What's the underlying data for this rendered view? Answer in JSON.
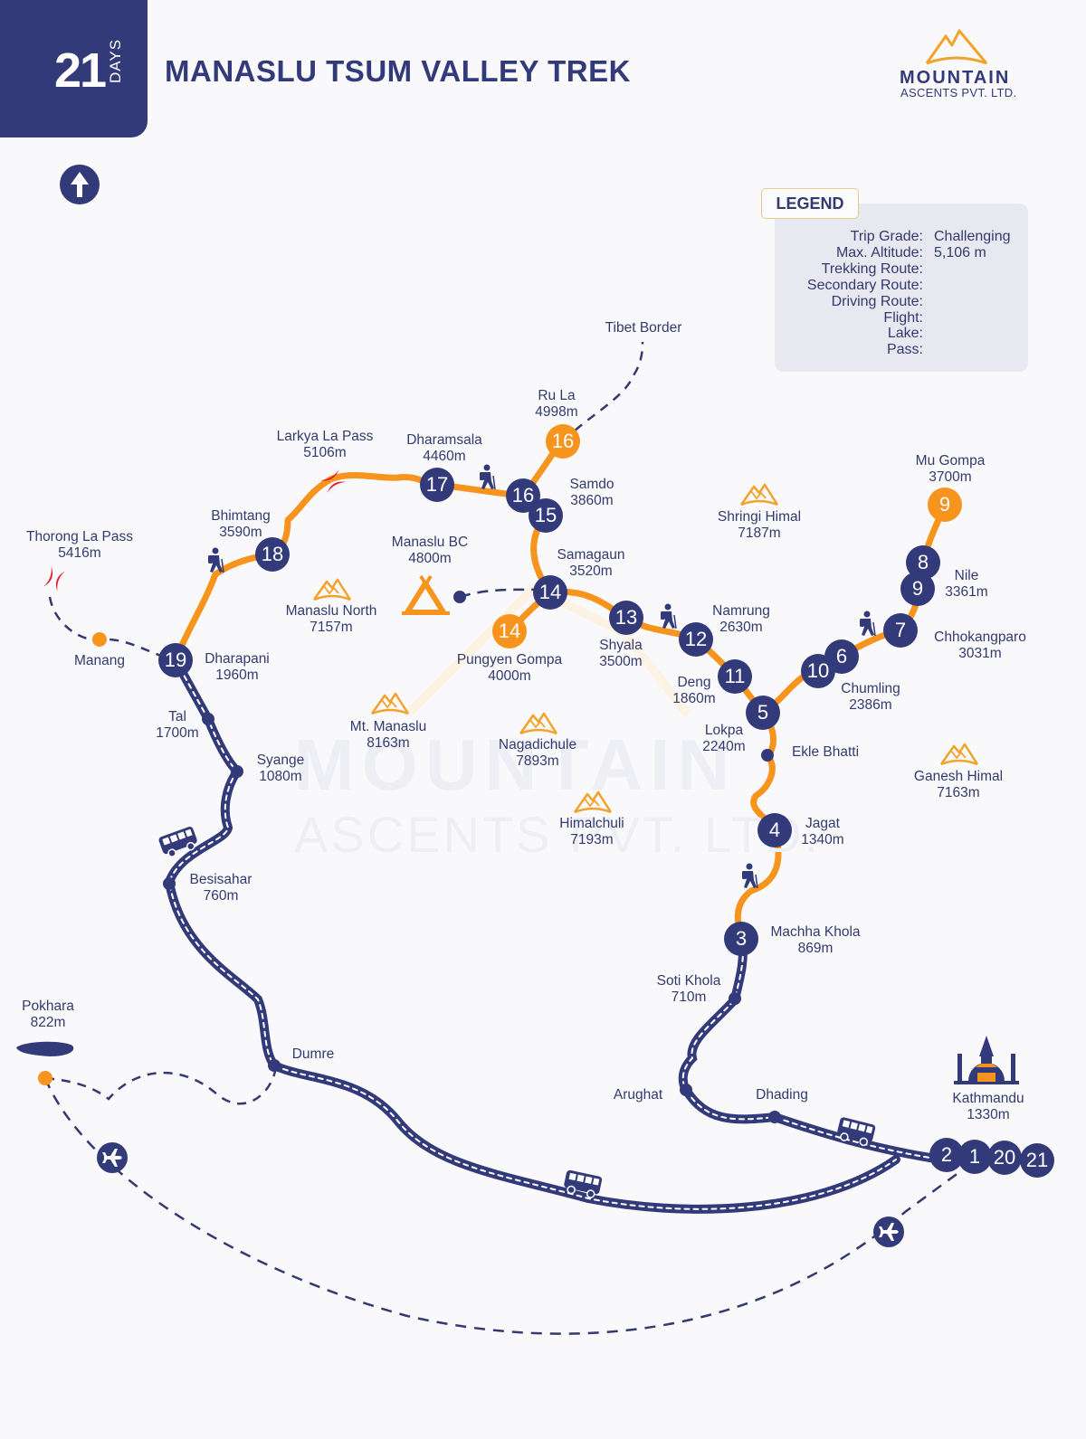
{
  "header": {
    "days_number": "21",
    "days_label": "DAYS",
    "title": "MANASLU TSUM VALLEY TREK"
  },
  "logo": {
    "word": "MOUNTAIN",
    "sub": "ASCENTS PVT. LTD."
  },
  "watermark": {
    "line1": "MOUNTAIN",
    "line2": "ASCENTS PVT. LTD."
  },
  "colors": {
    "navy": "#333a7a",
    "orange": "#f7941d",
    "pass_red": "#e3202a",
    "background": "#f9f9fc",
    "legend_bg": "#e7e8f0"
  },
  "icons": {
    "north": "north-arrow-icon",
    "hiker": "hiker-icon",
    "bus": "bus-icon",
    "flight": "airplane-icon",
    "lake": "lake-icon",
    "pass": "pass-icon",
    "peak": "mountain-peak-icon",
    "camp": "tent-icon",
    "city": "kathmandu-temple-icon"
  },
  "legend": {
    "title": "LEGEND",
    "rows": [
      {
        "key": "Trip Grade:",
        "value": "Challenging"
      },
      {
        "key": "Max. Altitude:",
        "value": "5,106 m"
      },
      {
        "key": "Trekking Route:",
        "value": ""
      },
      {
        "key": "Secondary Route:",
        "value": ""
      },
      {
        "key": "Driving Route:",
        "value": ""
      },
      {
        "key": "Flight:",
        "value": ""
      },
      {
        "key": "Lake:",
        "value": ""
      },
      {
        "key": "Pass:",
        "value": ""
      }
    ]
  },
  "places": [
    {
      "name": "Tibet Border",
      "alt": ""
    },
    {
      "name": "Ru La",
      "alt": "4998m"
    },
    {
      "name": "Larkya La Pass",
      "alt": "5106m"
    },
    {
      "name": "Dharamsala",
      "alt": "4460m"
    },
    {
      "name": "Samdo",
      "alt": "3860m"
    },
    {
      "name": "Mu Gompa",
      "alt": "3700m"
    },
    {
      "name": "Shringi Himal",
      "alt": "7187m"
    },
    {
      "name": "Thorong La Pass",
      "alt": "5416m"
    },
    {
      "name": "Bhimtang",
      "alt": "3590m"
    },
    {
      "name": "Manaslu BC",
      "alt": "4800m"
    },
    {
      "name": "Samagaun",
      "alt": "3520m"
    },
    {
      "name": "Nile",
      "alt": "3361m"
    },
    {
      "name": "Manaslu North",
      "alt": "7157m"
    },
    {
      "name": "Namrung",
      "alt": "2630m"
    },
    {
      "name": "Chhokangparo",
      "alt": "3031m"
    },
    {
      "name": "Manang",
      "alt": ""
    },
    {
      "name": "Dharapani",
      "alt": "1960m"
    },
    {
      "name": "Pungyen Gompa",
      "alt": "4000m"
    },
    {
      "name": "Shyala",
      "alt": "3500m"
    },
    {
      "name": "Deng",
      "alt": "1860m"
    },
    {
      "name": "Chumling",
      "alt": "2386m"
    },
    {
      "name": "Tal",
      "alt": "1700m"
    },
    {
      "name": "Mt. Manaslu",
      "alt": "8163m"
    },
    {
      "name": "Lokpa",
      "alt": "2240m"
    },
    {
      "name": "Nagadichule",
      "alt": "7893m"
    },
    {
      "name": "Ekle Bhatti",
      "alt": ""
    },
    {
      "name": "Ganesh Himal",
      "alt": "7163m"
    },
    {
      "name": "Syange",
      "alt": "1080m"
    },
    {
      "name": "Himalchuli",
      "alt": "7193m"
    },
    {
      "name": "Jagat",
      "alt": "1340m"
    },
    {
      "name": "Besisahar",
      "alt": "760m"
    },
    {
      "name": "Machha Khola",
      "alt": "869m"
    },
    {
      "name": "Soti Khola",
      "alt": "710m"
    },
    {
      "name": "Pokhara",
      "alt": "822m"
    },
    {
      "name": "Dumre",
      "alt": ""
    },
    {
      "name": "Arughat",
      "alt": ""
    },
    {
      "name": "Dhading",
      "alt": ""
    },
    {
      "name": "Kathmandu",
      "alt": "1330m"
    }
  ],
  "day_markers": [
    {
      "day": "16",
      "type": "side-trip"
    },
    {
      "day": "17",
      "type": "main"
    },
    {
      "day": "16",
      "type": "main"
    },
    {
      "day": "15",
      "type": "main"
    },
    {
      "day": "9",
      "type": "side-trip"
    },
    {
      "day": "18",
      "type": "main"
    },
    {
      "day": "14",
      "type": "main"
    },
    {
      "day": "8",
      "type": "main"
    },
    {
      "day": "9",
      "type": "main"
    },
    {
      "day": "14",
      "type": "side-trip"
    },
    {
      "day": "13",
      "type": "main"
    },
    {
      "day": "7",
      "type": "main"
    },
    {
      "day": "19",
      "type": "main"
    },
    {
      "day": "12",
      "type": "main"
    },
    {
      "day": "6",
      "type": "main"
    },
    {
      "day": "10",
      "type": "main"
    },
    {
      "day": "11",
      "type": "main"
    },
    {
      "day": "5",
      "type": "main"
    },
    {
      "day": "4",
      "type": "main"
    },
    {
      "day": "3",
      "type": "main"
    },
    {
      "day": "2",
      "type": "main"
    },
    {
      "day": "1",
      "type": "main"
    },
    {
      "day": "20",
      "type": "main"
    },
    {
      "day": "21",
      "type": "main"
    }
  ]
}
